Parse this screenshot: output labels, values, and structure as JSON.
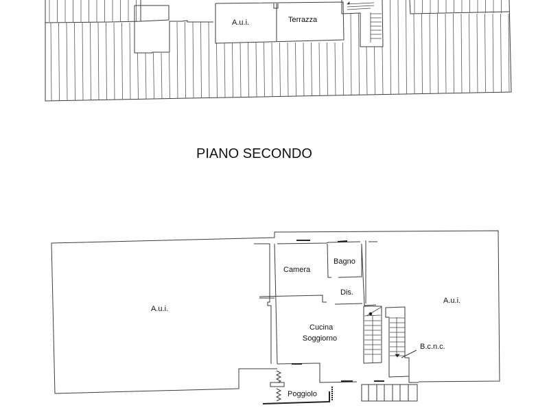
{
  "plan": {
    "title": "PIANO SECONDO",
    "upper_floor": {
      "rooms": [
        {
          "id": "aui-top",
          "label": "A.u.i."
        },
        {
          "id": "terrazza",
          "label": "Terrazza"
        }
      ]
    },
    "lower_floor": {
      "rooms": [
        {
          "id": "aui-left",
          "label": "A.u.i."
        },
        {
          "id": "camera",
          "label": "Camera"
        },
        {
          "id": "bagno",
          "label": "Bagno"
        },
        {
          "id": "dis",
          "label": "Dis."
        },
        {
          "id": "cucina",
          "label": "Cucina"
        },
        {
          "id": "soggiorno",
          "label": "Soggiorno"
        },
        {
          "id": "aui-right",
          "label": "A.u.i."
        },
        {
          "id": "bcnc",
          "label": "B.c.n.c."
        },
        {
          "id": "poggiolo",
          "label": "Poggiolo"
        }
      ]
    }
  },
  "colors": {
    "line": "#3a3a3a",
    "background": "#ffffff",
    "text": "#111111"
  }
}
